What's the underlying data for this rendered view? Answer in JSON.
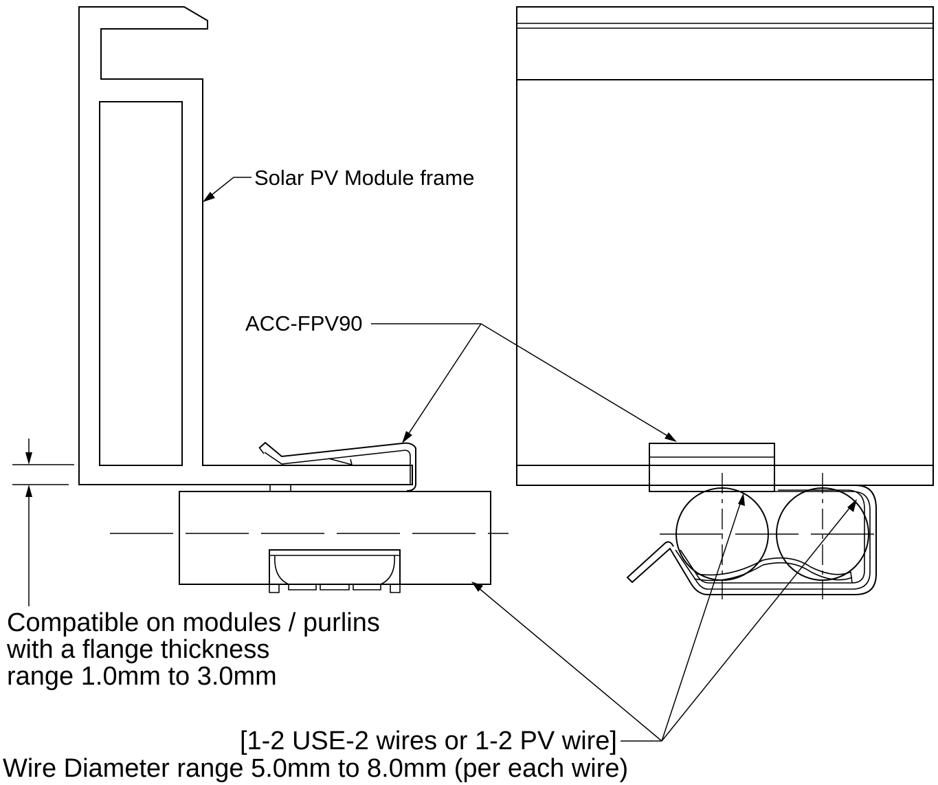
{
  "labels": {
    "module_frame": "Solar PV Module frame",
    "clip_part": "ACC-FPV90",
    "compatibility": [
      "Compatible on modules / purlins",
      "with a flange thickness",
      "range 1.0mm to 3.0mm"
    ],
    "wires": "[1-2 USE-2 wires or 1-2 PV wire]",
    "wire_diameter": "Wire Diameter range 5.0mm to 8.0mm (per each wire)"
  },
  "colors": {
    "line": "#000000",
    "background": "#ffffff"
  }
}
